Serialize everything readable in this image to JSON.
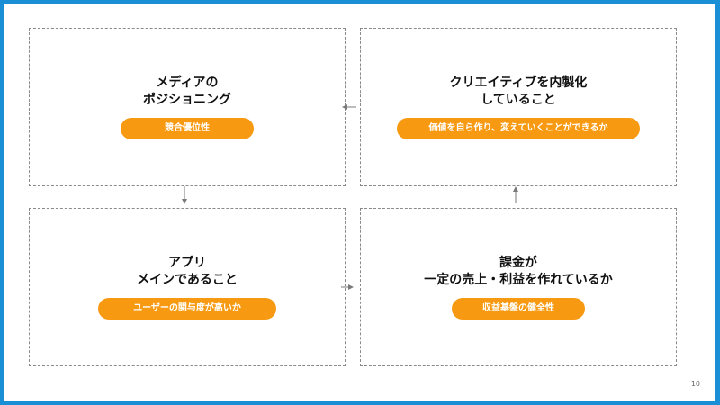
{
  "boxes": {
    "top_left": {
      "title": "メディアの\nポジショニング",
      "pill": "競合優位性"
    },
    "top_right": {
      "title": "クリエイティブを内製化\nしていること",
      "pill": "価値を自ら作り、変えていくことができるか"
    },
    "bottom_left": {
      "title": "アプリ\nメインであること",
      "pill": "ユーザーの関与度が高いか"
    },
    "bottom_right": {
      "title": "課金が\n一定の売上・利益を作れているか",
      "pill": "収益基盤の健全性"
    }
  },
  "page_number": "10",
  "colors": {
    "accent": "#f79a12",
    "frame": "#1a8fd6",
    "text": "#111111",
    "border": "#8a8a8a"
  }
}
